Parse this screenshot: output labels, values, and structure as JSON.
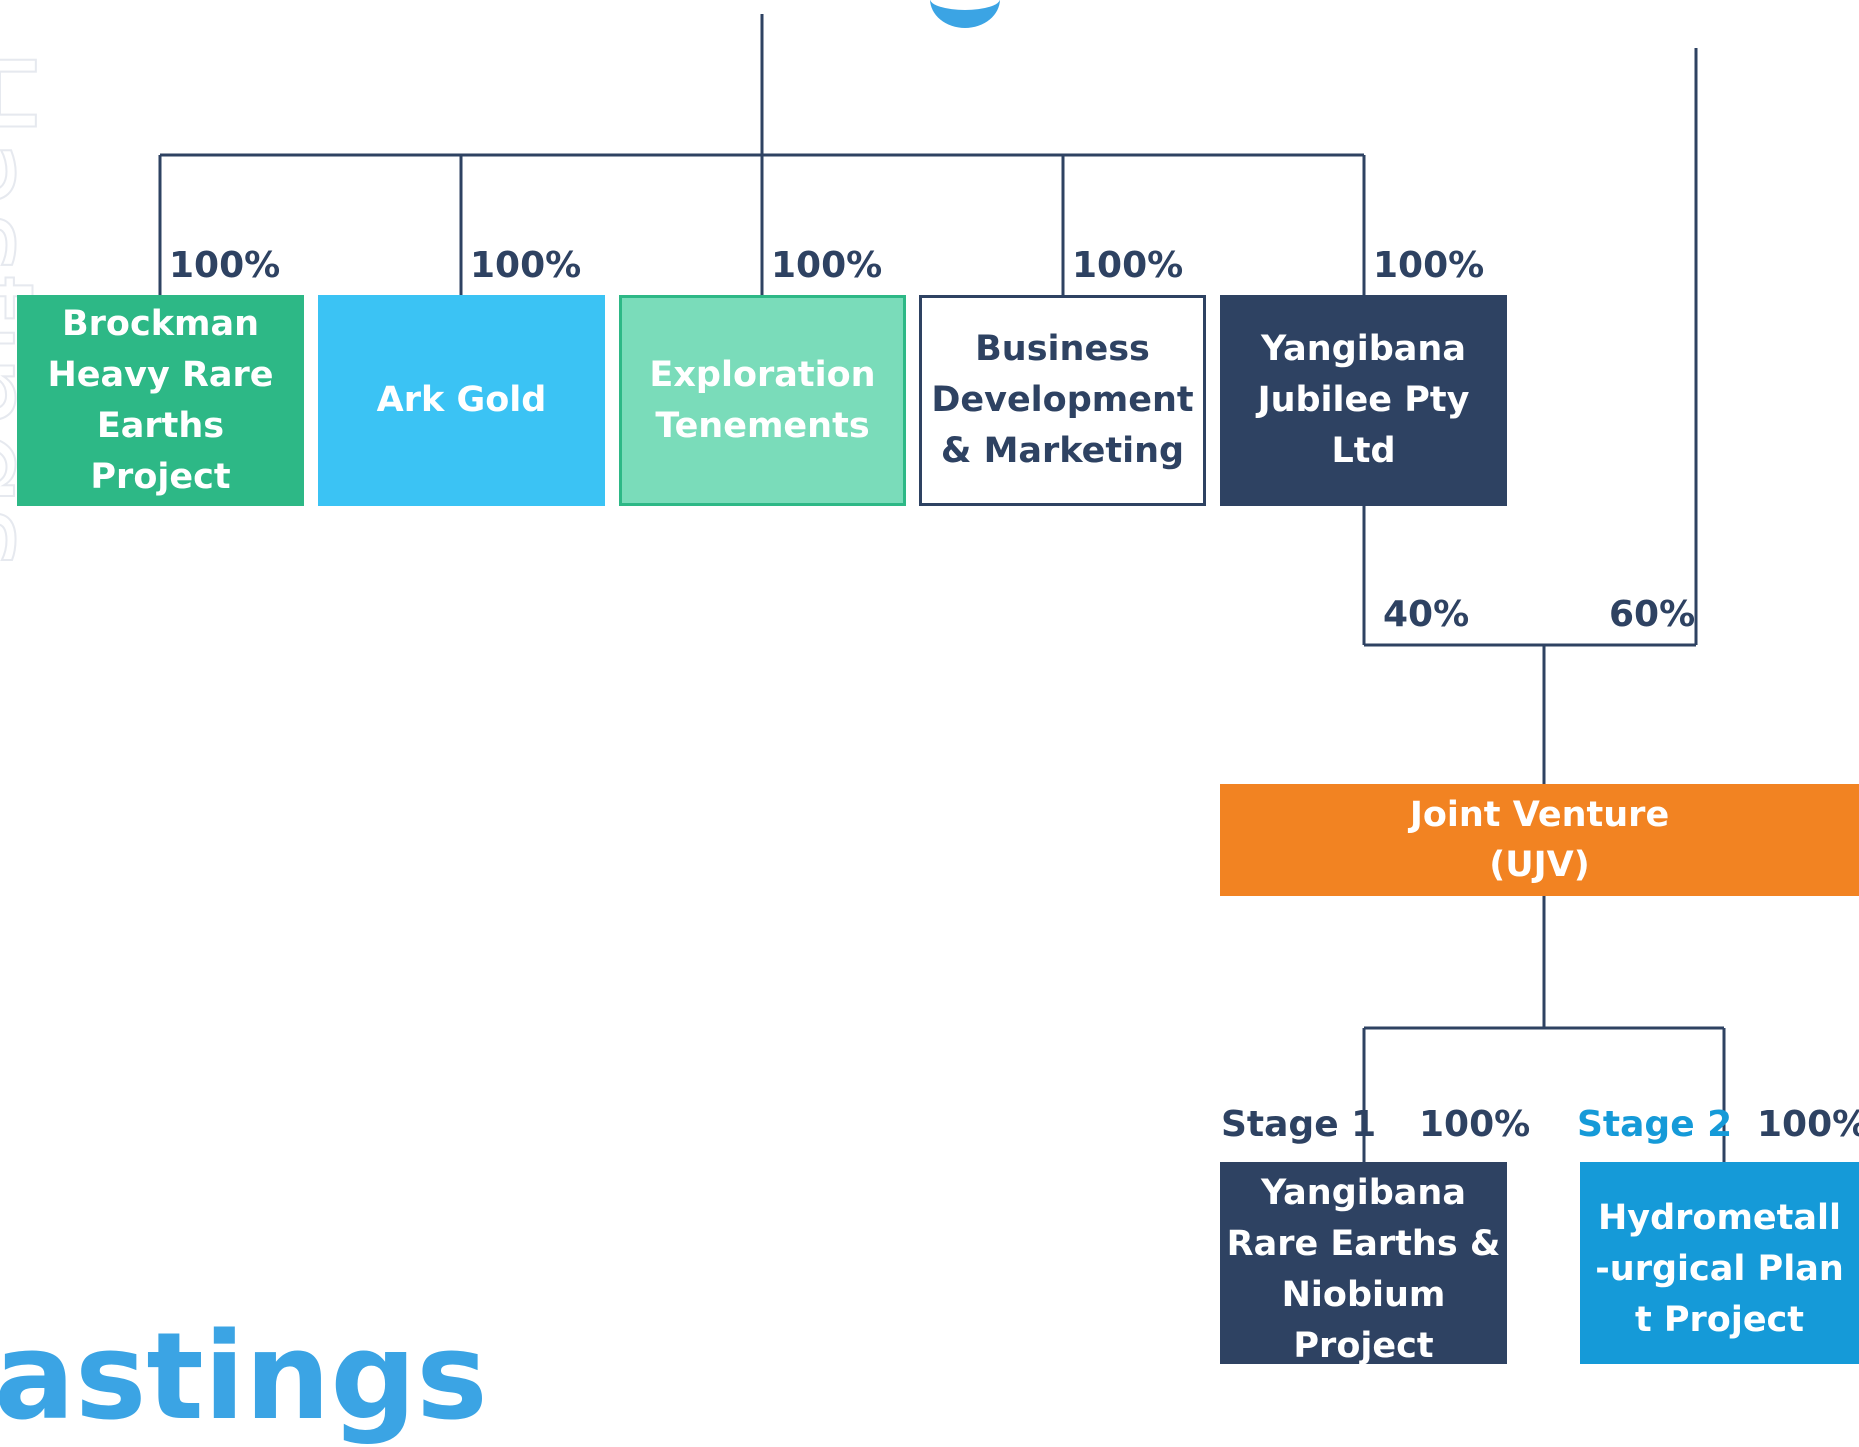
{
  "nodes": {
    "brockman": {
      "label": "Brockman Heavy Rare Earths Project",
      "color": "#2db886"
    },
    "ark_gold": {
      "label": "Ark Gold",
      "color": "#3bc3f4"
    },
    "exploration": {
      "label": "Exploration Tenements",
      "color": "#7adcba"
    },
    "business": {
      "label": "Business Development & Marketing",
      "color": "#ffffff"
    },
    "yangibana_jubilee": {
      "label": "Yangibana Jubilee Pty Ltd",
      "color": "#2e4262"
    },
    "joint_venture": {
      "label": "Joint Venture (UJV)",
      "color": "#f28322"
    },
    "yangibana_project": {
      "label": "Yangibana Rare Earths & Niobium Project",
      "color": "#2e4262"
    },
    "hydromet": {
      "label": "Hydrometall-urgical Plant Project",
      "color": "#159ad8"
    }
  },
  "percentages": {
    "brockman": "100%",
    "ark_gold": "100%",
    "exploration": "100%",
    "business": "100%",
    "yangibana_jubilee": "100%",
    "ujv_from_jubilee": "40%",
    "ujv_from_other": "60%",
    "stage1": "100%",
    "stage2": "100%"
  },
  "stages": {
    "stage1": "Stage 1",
    "stage2": "Stage 2"
  },
  "colors": {
    "line": "#2e4262",
    "stage2_text": "#159ad8",
    "watermark": "#e6e9ef"
  }
}
